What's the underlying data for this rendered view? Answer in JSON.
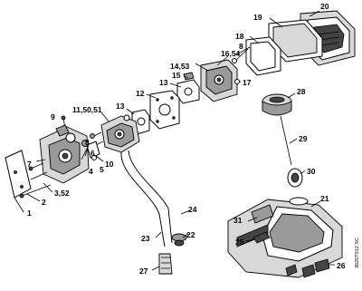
{
  "callouts": {
    "c1": "1",
    "c2": "2",
    "c3_52": "3,52",
    "c4": "4",
    "c5": "5",
    "c6": "6",
    "c7": "7",
    "c8": "8",
    "c9": "9",
    "c10": "10",
    "c11_50_51": "11,50,51",
    "c12": "12",
    "c13a": "13",
    "c13b": "13",
    "c14_53": "14,53",
    "c15": "15",
    "c16_54": "16,54",
    "c17": "17",
    "c18": "18",
    "c19": "19",
    "c20": "20",
    "c21": "21",
    "c22": "22",
    "c23": "23",
    "c24": "24",
    "c25": "25",
    "c26": "26",
    "c27": "27",
    "c28": "28",
    "c29": "29",
    "c30": "30",
    "c31": "31"
  },
  "drawing_code": "3625T012 SC"
}
